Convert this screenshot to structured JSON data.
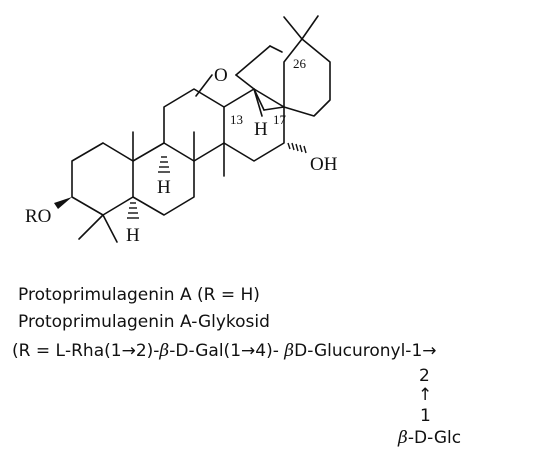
{
  "atoms": {
    "o_bridge": "O",
    "c26": "26",
    "c13": "13",
    "c17": "17",
    "h13": "H",
    "oh": "OH",
    "h9": "H",
    "ro": "RO",
    "h5": "H"
  },
  "captions": {
    "line1": "Protoprimulagenin A (R = H)",
    "line2": "Protoprimulagenin A-Glykosid",
    "line3_a": "(R = ",
    "line3_rha_l": "L",
    "line3_b": "-Rha(1",
    "line3_arrow1": "→",
    "line3_c": "2)-",
    "line3_beta1": "β",
    "line3_d": "-",
    "line3_gal_d": "D",
    "line3_e": "-Gal(1",
    "line3_arrow2": "→",
    "line3_f": "4)- ",
    "line3_beta2": "β",
    "line3_glc_d": "D",
    "line3_g": "-Glucuronyl-1",
    "line3_arrow3": "→",
    "branch_2": "2",
    "branch_uparrow": "↑",
    "branch_1": "1",
    "branch_beta": "β",
    "branch_dash1": "-",
    "branch_d": "D",
    "branch_glc": "-Glc"
  }
}
